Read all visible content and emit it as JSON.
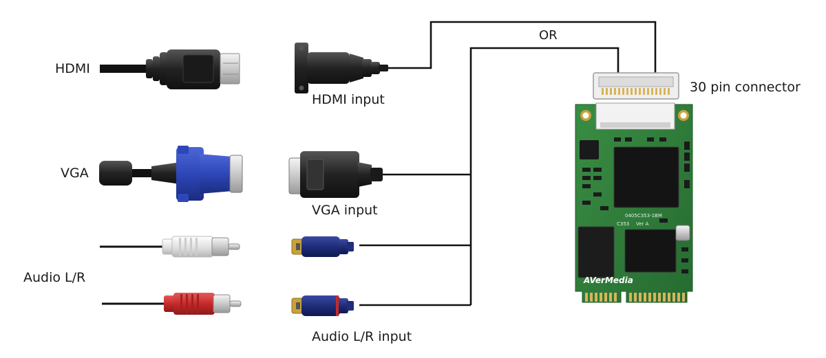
{
  "labels": {
    "hdmi": "HDMI",
    "vga": "VGA",
    "audio": "Audio L/R",
    "hdmi_input": "HDMI input",
    "vga_input": "VGA input",
    "audio_input": "Audio L/R input",
    "or": "OR",
    "connector": "30 pin connector",
    "brand": "AVerMedia",
    "board_code": "0405C353-1BM",
    "board_model": "C353",
    "board_ver": "Ver A"
  },
  "colors": {
    "cable": "#111111",
    "hdmi_plug": "#2b2b2b",
    "vga_blue": "#2e47b8",
    "vga_black": "#2a2a2a",
    "rca_white": "#e6e6e6",
    "rca_red": "#c62a2a",
    "rca_jack_blue": "#1f2d7a",
    "pcb_green": "#2f7d3a",
    "gold": "#c9a23a",
    "connector_white": "#efefef"
  }
}
